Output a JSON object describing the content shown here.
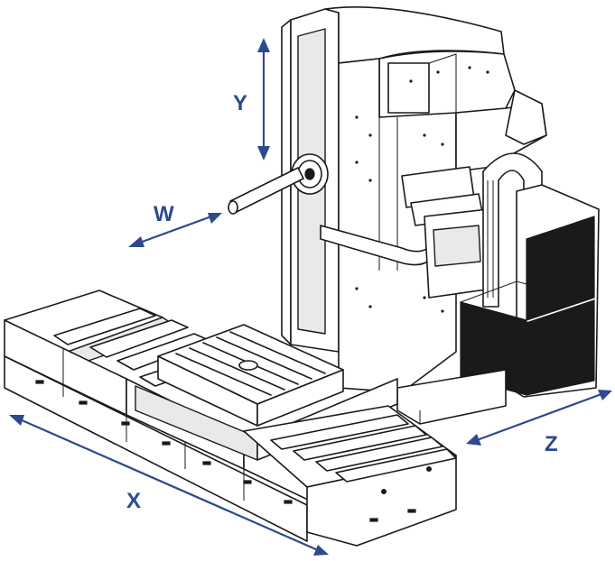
{
  "figure": {
    "accent_color": "#2c4a8c",
    "line_color": "#1a1a1a",
    "axes": [
      {
        "id": "x",
        "label": "X"
      },
      {
        "id": "y",
        "label": "Y"
      },
      {
        "id": "z",
        "label": "Z"
      },
      {
        "id": "w",
        "label": "W"
      }
    ]
  }
}
